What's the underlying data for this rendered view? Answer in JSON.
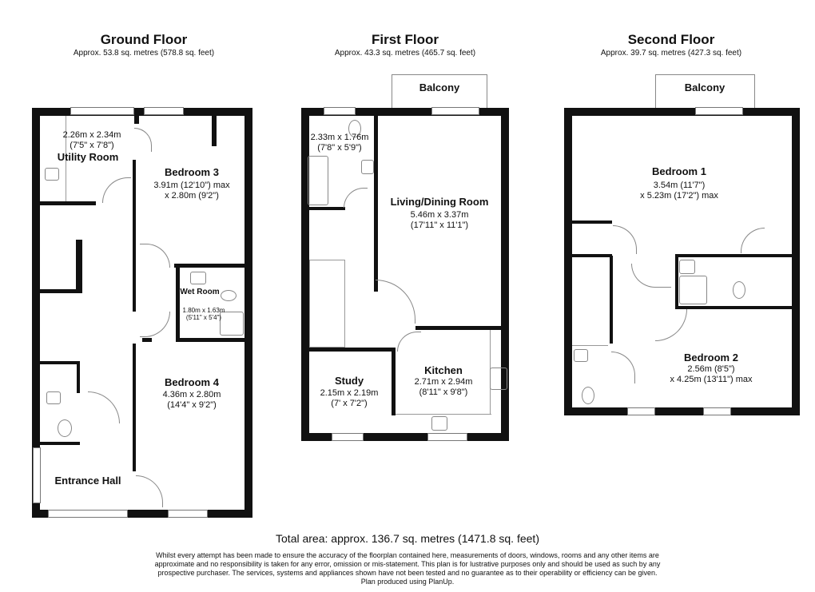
{
  "floors": [
    {
      "title": "Ground Floor",
      "area": "Approx. 53.8 sq. metres (578.8 sq. feet)",
      "rooms": [
        {
          "name": "Utility Room",
          "dims": "2.26m x 2.34m",
          "dims2": "(7'5\" x 7'8\")"
        },
        {
          "name": "Bedroom 3",
          "dims": "3.91m (12'10\") max",
          "dims2": "x 2.80m (9'2\")"
        },
        {
          "name": "Wet Room",
          "dims": "1.80m x 1.63m",
          "dims2": "(5'11\" x 5'4\")"
        },
        {
          "name": "Bedroom 4",
          "dims": "4.36m x 2.80m",
          "dims2": "(14'4\" x 9'2\")"
        },
        {
          "name": "Entrance Hall"
        }
      ]
    },
    {
      "title": "First Floor",
      "area": "Approx. 43.3 sq. metres (465.7 sq. feet)",
      "rooms": [
        {
          "name": "Balcony"
        },
        {
          "dims": "2.33m x 1.76m",
          "dims2": "(7'8\" x 5'9\")"
        },
        {
          "name": "Living/Dining Room",
          "dims": "5.46m x 3.37m",
          "dims2": "(17'11\" x 11'1\")"
        },
        {
          "name": "Study",
          "dims": "2.15m x 2.19m",
          "dims2": "(7' x 7'2\")"
        },
        {
          "name": "Kitchen",
          "dims": "2.71m x 2.94m",
          "dims2": "(8'11\" x 9'8\")"
        }
      ]
    },
    {
      "title": "Second Floor",
      "area": "Approx. 39.7 sq. metres (427.3 sq. feet)",
      "rooms": [
        {
          "name": "Balcony"
        },
        {
          "name": "Bedroom 1",
          "dims": "3.54m (11'7\")",
          "dims2": "x 5.23m (17'2\") max"
        },
        {
          "name": "Bedroom 2",
          "dims": "2.56m (8'5\")",
          "dims2": "x 4.25m (13'11\") max"
        }
      ]
    }
  ],
  "total": "Total area: approx. 136.7 sq. metres (1471.8 sq. feet)",
  "disclaimer": [
    "Whilst every attempt has been made to ensure the accuracy of the floorplan contained here, measurements of doors, windows, rooms and any other items are",
    "approximate and no responsibility is taken for any error, omission or mis-statement. This plan is for lustrative purposes only and should be used as such by any",
    "prospective purchaser. The services, systems and appliances shown have not been tested and no guarantee as to their operability or efficiency can be given.",
    "Plan produced using PlanUp."
  ]
}
